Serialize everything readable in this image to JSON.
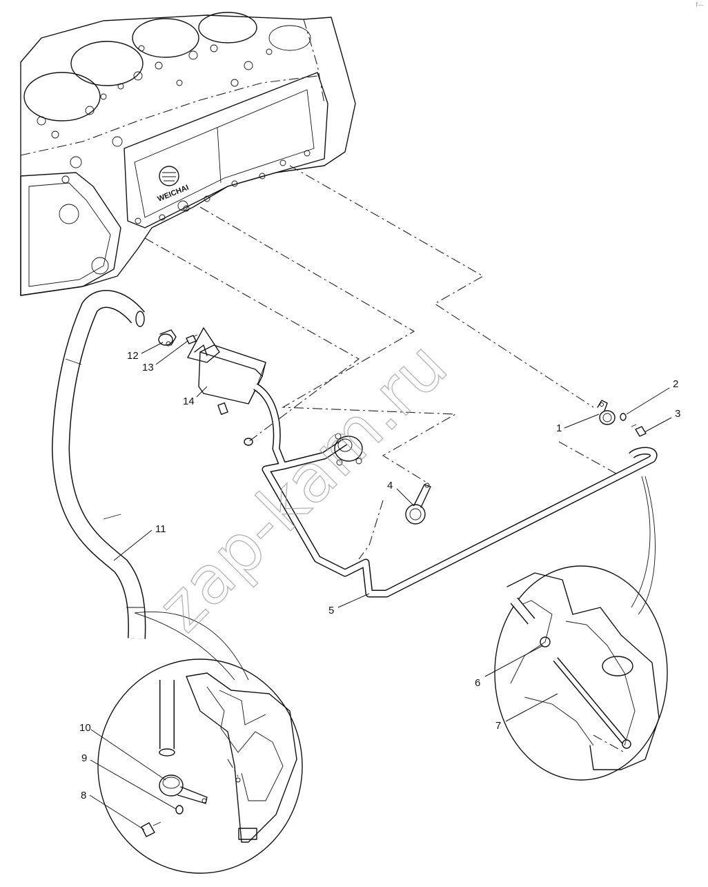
{
  "callouts": [
    {
      "id": "1",
      "label": "1"
    },
    {
      "id": "2",
      "label": "2"
    },
    {
      "id": "3",
      "label": "3"
    },
    {
      "id": "4",
      "label": "4"
    },
    {
      "id": "5",
      "label": "5"
    },
    {
      "id": "6",
      "label": "6"
    },
    {
      "id": "7",
      "label": "7"
    },
    {
      "id": "8",
      "label": "8"
    },
    {
      "id": "9",
      "label": "9"
    },
    {
      "id": "10",
      "label": "10"
    },
    {
      "id": "11",
      "label": "11"
    },
    {
      "id": "12",
      "label": "12"
    },
    {
      "id": "13",
      "label": "13"
    },
    {
      "id": "14",
      "label": "14"
    }
  ],
  "engine_logo": "WEICHAI",
  "watermark": "zap-kam.ru",
  "corner_mark": "f—"
}
